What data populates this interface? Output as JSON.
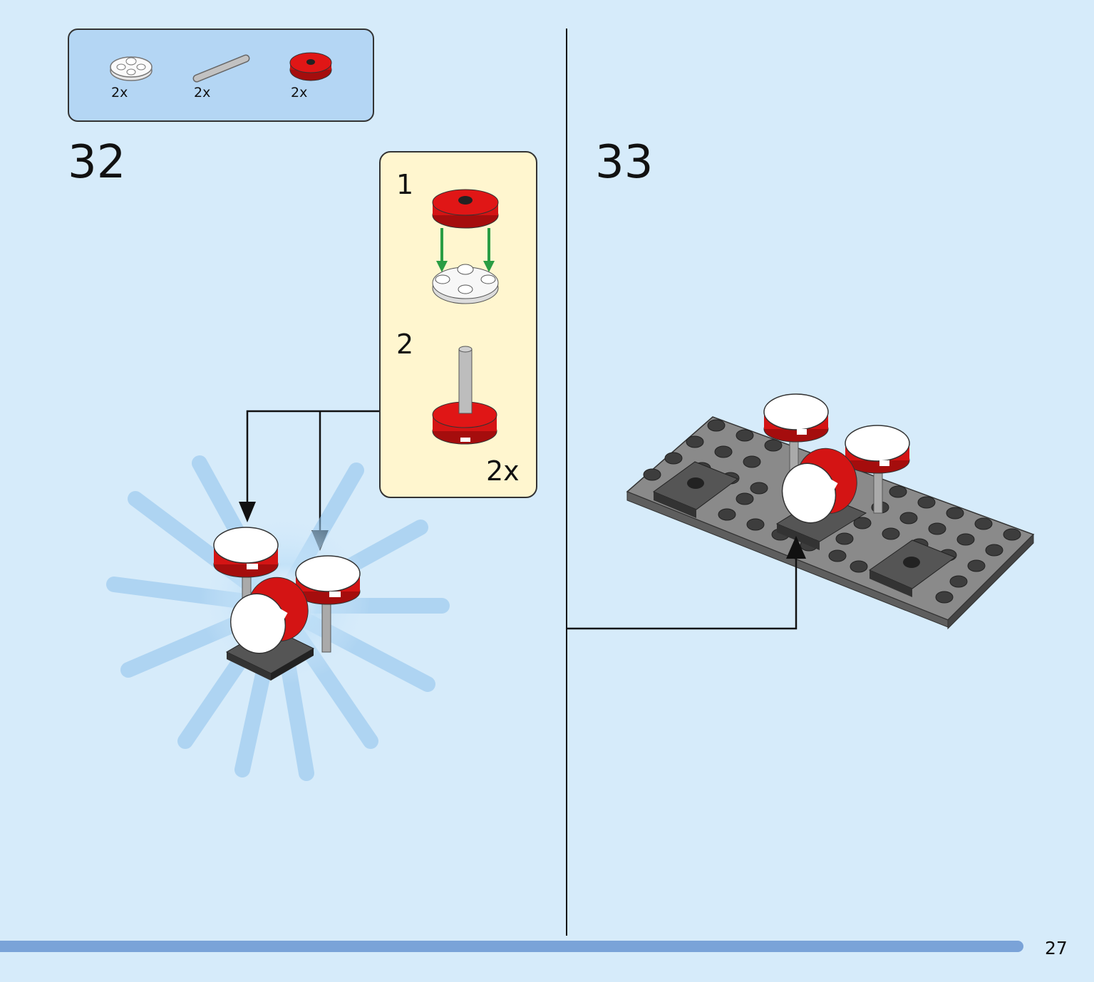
{
  "parts_list": {
    "items": [
      {
        "icon": "white-round-plate-icon",
        "qty": "2x"
      },
      {
        "icon": "gray-bar-icon",
        "qty": "2x"
      },
      {
        "icon": "red-round-tile-icon",
        "qty": "2x"
      }
    ]
  },
  "steps": [
    {
      "number": "32"
    },
    {
      "number": "33"
    }
  ],
  "submodel": {
    "sub_steps": [
      {
        "number": "1"
      },
      {
        "number": "2"
      }
    ],
    "multiplier": "2x"
  },
  "colors": {
    "background": "#d6ebfa",
    "parts_box": "#b4d6f4",
    "submodel_box": "#fff6cf",
    "brick_red": "#d41414",
    "footer_bar": "#7aa3d8"
  },
  "footer": {
    "page_number": "27"
  }
}
